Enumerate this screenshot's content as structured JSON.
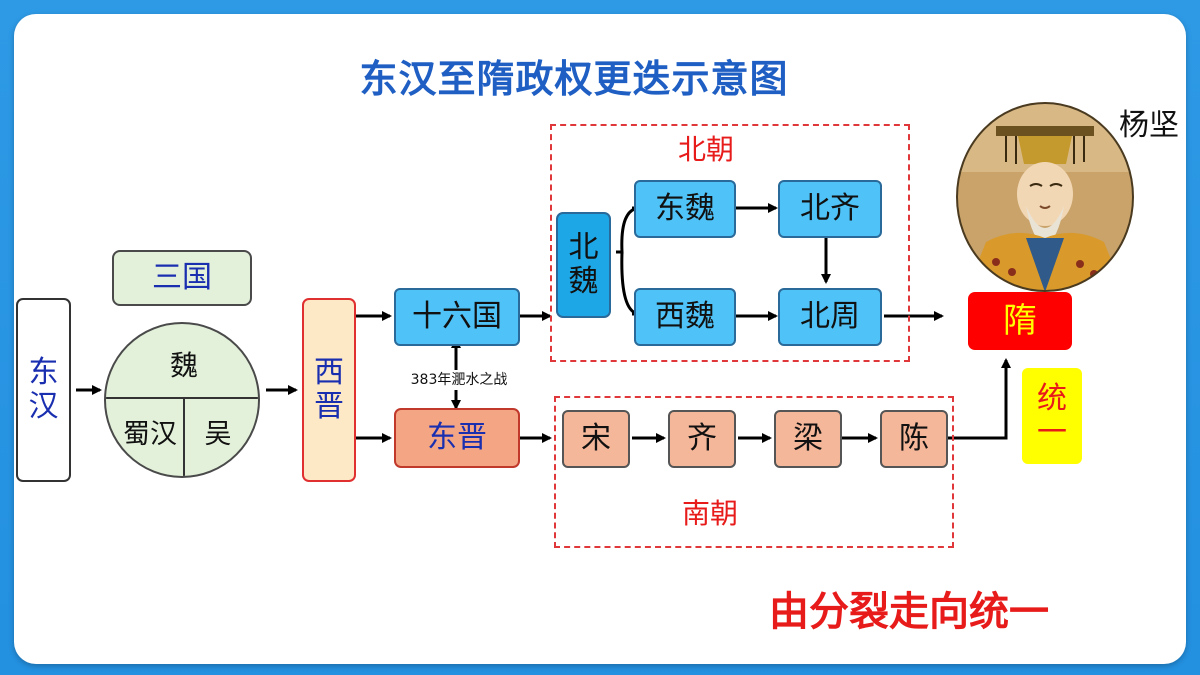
{
  "title": "东汉至隋政权更迭示意图",
  "nodes": {
    "donghan": [
      "东",
      "汉"
    ],
    "sanguo": "三国",
    "wei": "魏",
    "shuhan": "蜀汉",
    "wu": "吴",
    "xijin": [
      "西",
      "晋"
    ],
    "shiliuguo": "十六国",
    "dongjin": "东晋",
    "beiwei": [
      "北",
      "魏"
    ],
    "dongwei": "东魏",
    "xiwei": "西魏",
    "beiqi": "北齐",
    "beizhou": "北周",
    "song": "宋",
    "qi": "齐",
    "liang": "梁",
    "chen": "陈",
    "sui": "隋",
    "tongyi": [
      "统",
      "一"
    ]
  },
  "labels": {
    "beichao": "北朝",
    "nanchao": "南朝",
    "feishui": "383年淝水之战",
    "yangjian": "杨坚",
    "conclusion": "由分裂走向统一"
  },
  "colors": {
    "blue_node": "#4fc3f7",
    "blue_node_dark": "#1ea7e6",
    "orange_node": "#f4a684",
    "orange_node_light": "#f5b79a",
    "cream_node": "#fde9c6",
    "green_node": "#e3f1da",
    "red_node": "#ff0000",
    "yellow_node": "#ffff00",
    "accent_red": "#e81b1b",
    "title_blue": "#1f5fc4"
  }
}
